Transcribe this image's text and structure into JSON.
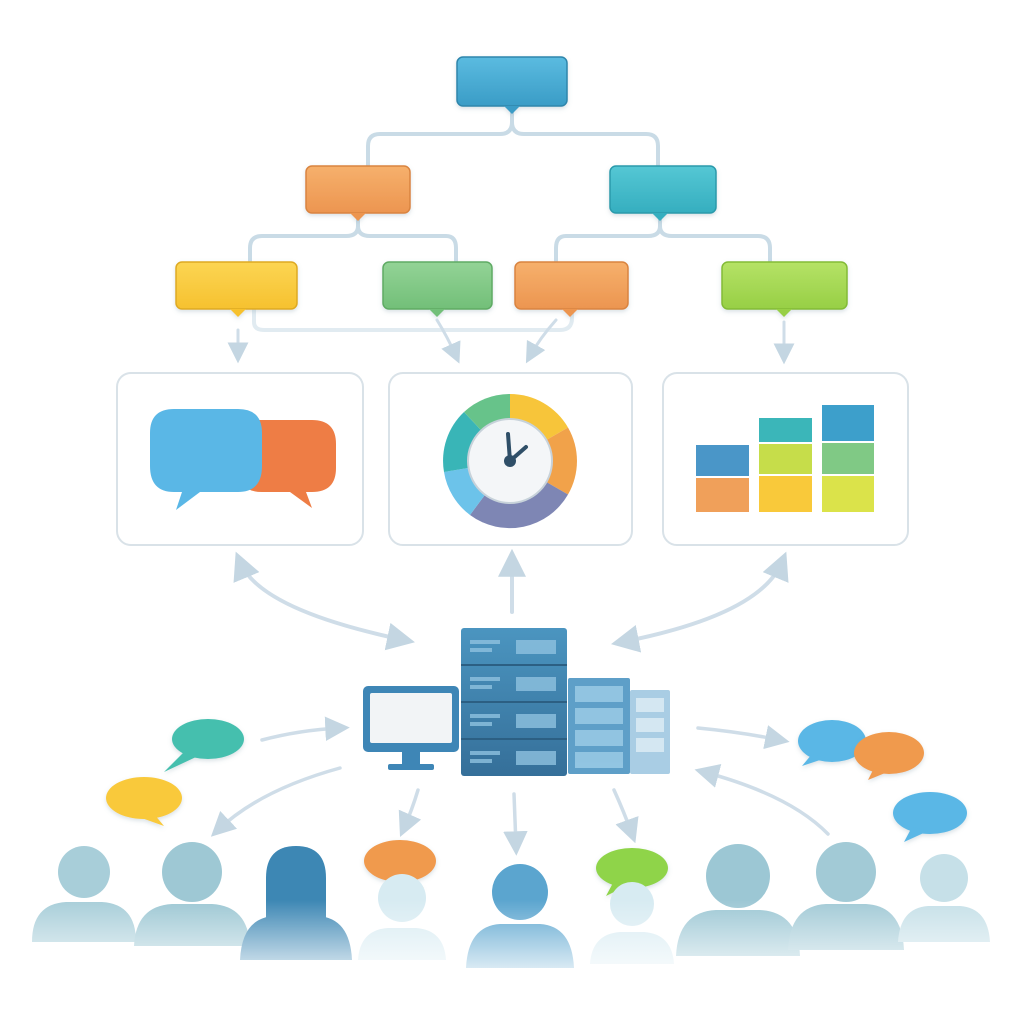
{
  "palette": {
    "background": "#ffffff",
    "connector": "#c9dbe6",
    "arrow": "#cfdde8",
    "panel_border": "#d9e2e8",
    "blue": "#3fa6cf",
    "teal": "#39b5c4",
    "orange": "#f0a05a",
    "yellow": "#f9c93a",
    "green": "#80c985",
    "lime": "#a5d955",
    "server": "#3c80ab",
    "person_light": "#9ec9d6",
    "person_dark": "#3d87b4"
  },
  "hierarchy": {
    "root": {
      "color": "blue"
    },
    "level2": [
      {
        "color": "orange"
      },
      {
        "color": "teal"
      }
    ],
    "level3": [
      {
        "color": "yellow"
      },
      {
        "color": "green"
      },
      {
        "color": "orange"
      },
      {
        "color": "lime"
      }
    ]
  },
  "panels": [
    {
      "icon": "chat-bubbles-icon"
    },
    {
      "icon": "clock-gauge-icon"
    },
    {
      "icon": "bar-blocks-icon"
    }
  ],
  "hub": {
    "monitor_icon": "monitor-icon",
    "server_icon": "server-rack-icon"
  },
  "users": {
    "count": 9,
    "bubble_colors": [
      "teal",
      "yellow",
      "orange",
      "lime",
      "blue",
      "orange",
      "blue"
    ]
  }
}
